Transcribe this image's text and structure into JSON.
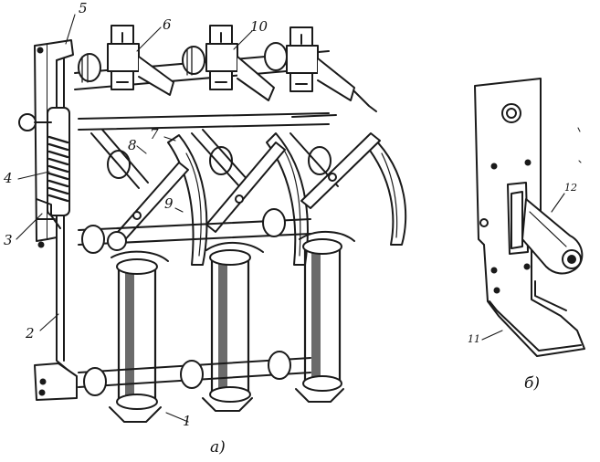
{
  "figure": {
    "colors": {
      "ink": "#1a1a1a",
      "paper": "#ffffff",
      "shade": "#3a3a3a"
    },
    "view_a": {
      "caption": "а)",
      "callouts": [
        "1",
        "2",
        "3",
        "4",
        "5",
        "6",
        "7",
        "8",
        "9",
        "10"
      ]
    },
    "view_b": {
      "caption": "б)",
      "callouts": [
        "11",
        "12"
      ]
    }
  }
}
